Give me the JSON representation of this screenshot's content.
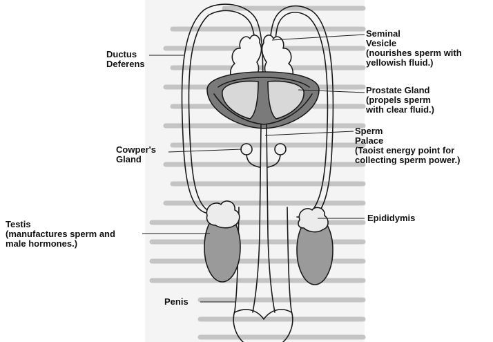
{
  "labels": {
    "seminal_vesicle": [
      "Seminal",
      "Vesicle",
      "(nourishes sperm with",
      "yellowish fluid.)"
    ],
    "ductus_deferens": [
      "Ductus",
      "Deferens"
    ],
    "prostate_gland": [
      "Prostate Gland",
      "(propels sperm",
      "with clear fluid.)"
    ],
    "sperm_palace": [
      "Sperm",
      "Palace",
      "(Taoist energy point for",
      "collecting sperm power.)"
    ],
    "cowpers_gland": [
      "Cowper's",
      "Gland"
    ],
    "testis": [
      "Testis",
      "(manufactures sperm and",
      "male hormones.)"
    ],
    "epididymis": [
      "Epididymis"
    ],
    "penis": [
      "Penis"
    ]
  },
  "colors": {
    "ink": "#1a1a1a",
    "paper": "#ffffff",
    "scan_text": "#b3b3b3"
  }
}
